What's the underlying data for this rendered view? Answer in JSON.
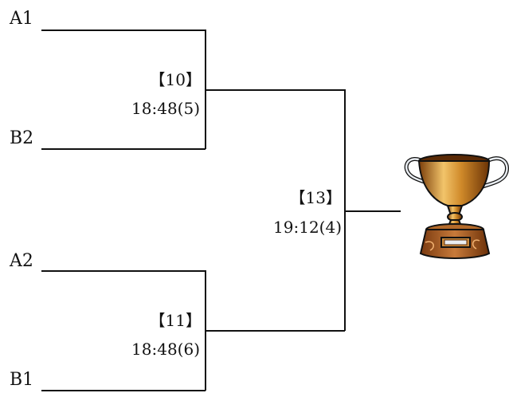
{
  "teams": {
    "a1": "A1",
    "b2": "B2",
    "a2": "A2",
    "b1": "B1"
  },
  "matches": {
    "m10": {
      "code": "【10】",
      "time": "18:48(5)"
    },
    "m11": {
      "code": "【11】",
      "time": "18:48(6)"
    },
    "m13": {
      "code": "【13】",
      "time": "19:12(4)"
    }
  },
  "trophy": {
    "icon": "trophy-icon"
  },
  "colors": {
    "line": "#111111",
    "trophy_gold": "#d08a2a",
    "trophy_base": "#a65a1c"
  }
}
